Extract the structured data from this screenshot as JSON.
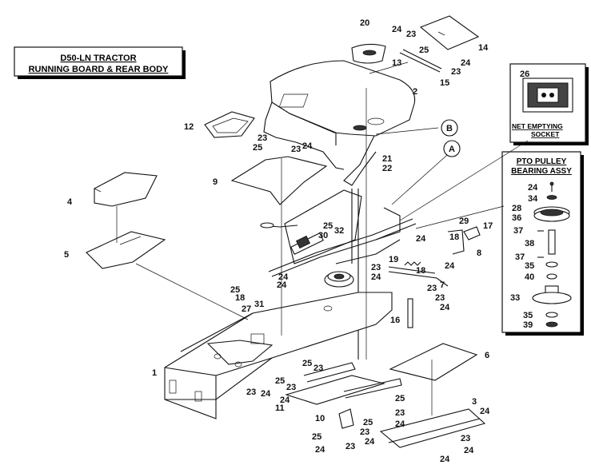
{
  "diagram": {
    "title_line1": "D50-LN TRACTOR",
    "title_line2": "RUNNING BOARD & REAR BODY",
    "inset_socket_label_line1": "NET EMPTYING",
    "inset_socket_label_line2": "SOCKET",
    "inset_pto_title_line1": "PTO PULLEY",
    "inset_pto_title_line2": "BEARING ASSY",
    "circle_b": "B",
    "circle_a": "A",
    "callouts": [
      "20",
      "24",
      "23",
      "25",
      "14",
      "13",
      "24",
      "23",
      "15",
      "2",
      "12",
      "23",
      "25",
      "23",
      "24",
      "21",
      "22",
      "9",
      "4",
      "5",
      "25",
      "32",
      "30",
      "29",
      "17",
      "24",
      "18",
      "8",
      "23",
      "19",
      "24",
      "18",
      "24",
      "25",
      "24",
      "18",
      "24",
      "31",
      "27",
      "23",
      "7",
      "23",
      "24",
      "16",
      "1",
      "25",
      "23",
      "23",
      "25",
      "24",
      "24",
      "23",
      "11",
      "25",
      "3",
      "24",
      "23",
      "10",
      "24",
      "25",
      "23",
      "24",
      "25",
      "23",
      "24",
      "23",
      "24",
      "24",
      "6",
      "26",
      "24",
      "34",
      "28",
      "36",
      "37",
      "38",
      "37",
      "35",
      "40",
      "33",
      "35",
      "39"
    ]
  }
}
